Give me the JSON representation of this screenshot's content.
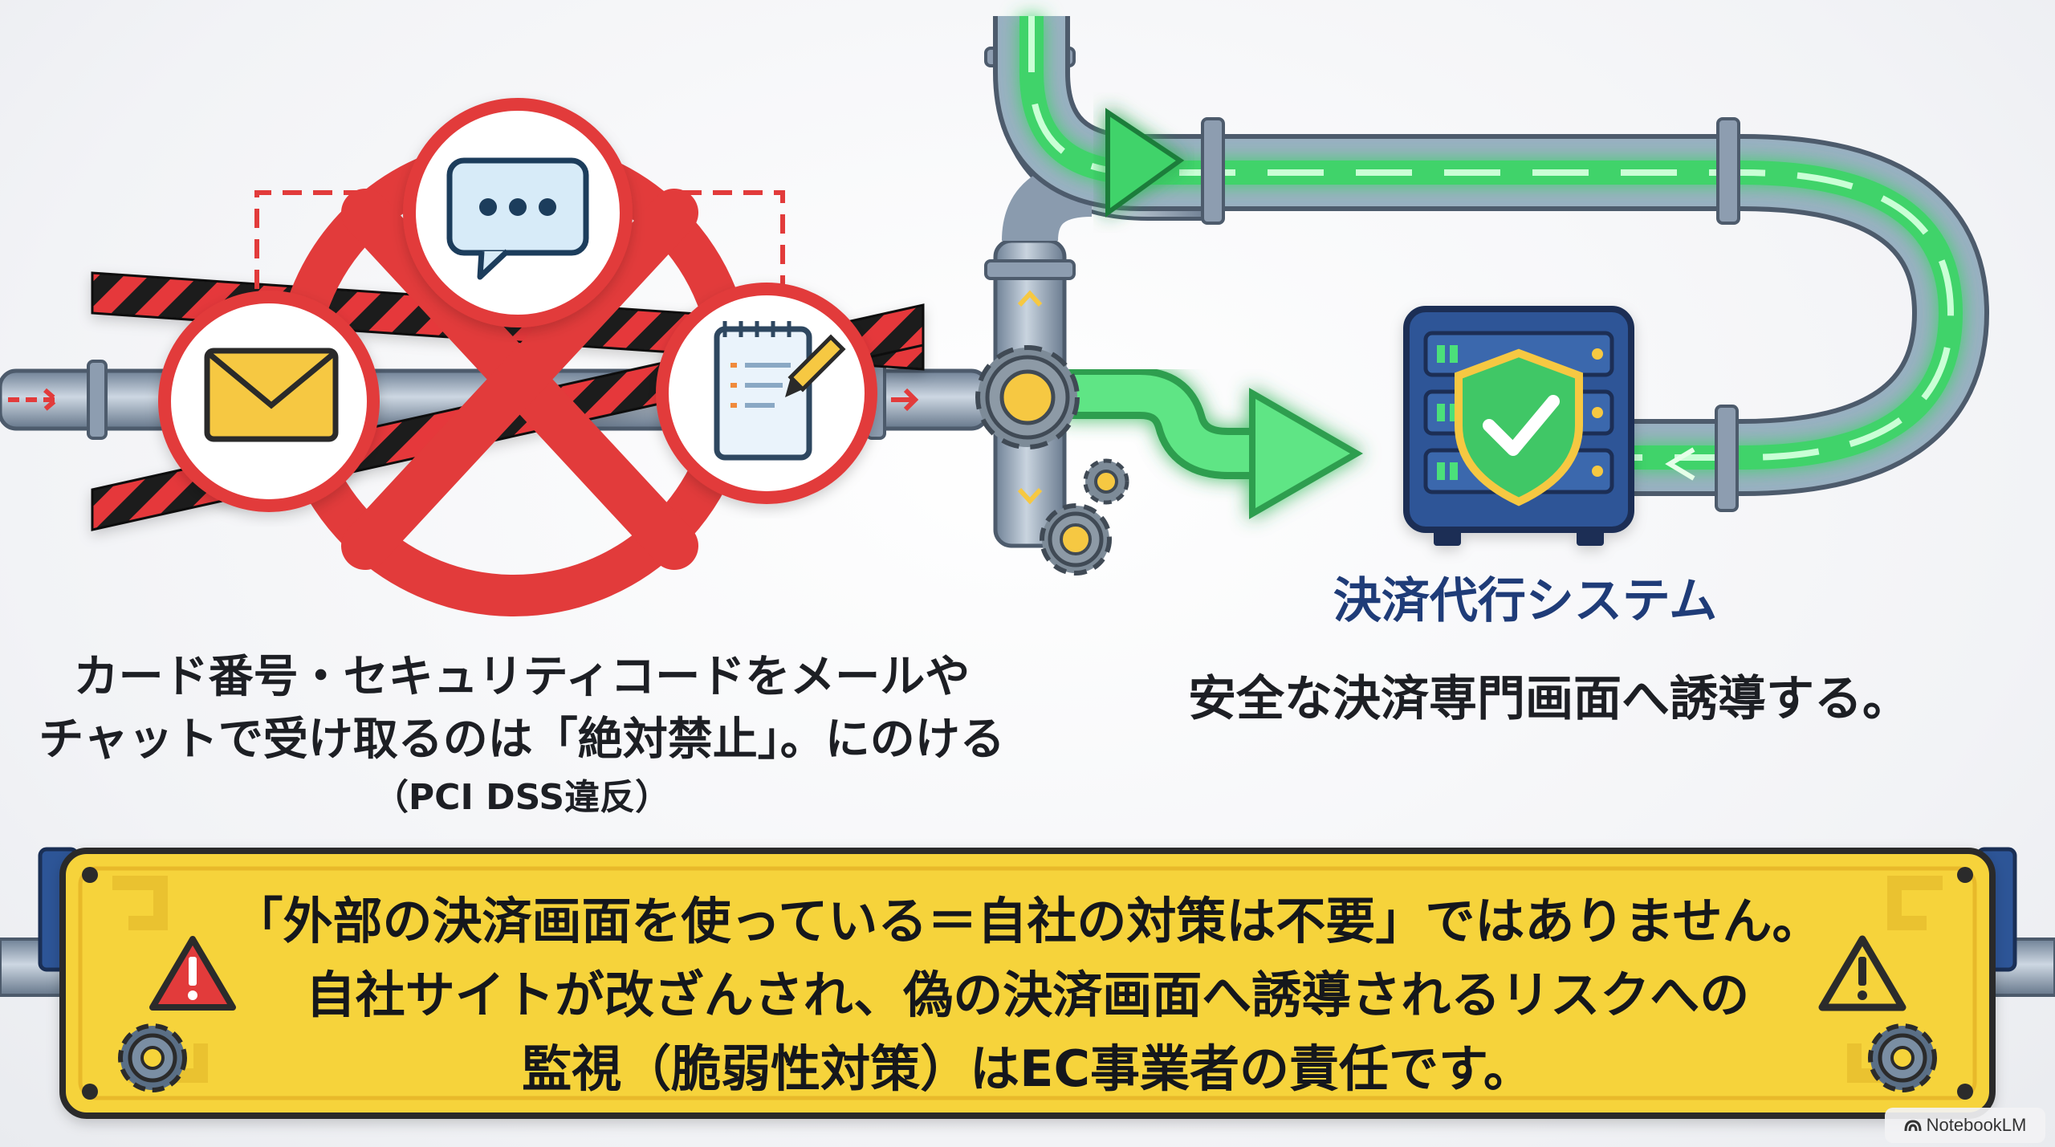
{
  "left_caption": {
    "line1": "カード番号・セキュリティコードをメールや",
    "line2": "チャットで受け取るのは「絶対禁止」。にのける",
    "line3": "（PCI DSS違反）"
  },
  "system_label": "決済代行システム",
  "right_caption": "安全な決済専門画面へ誘導する。",
  "warning_banner": {
    "line1": "「外部の決済画面を使っている＝自社の対策は不要」ではありません。",
    "line2": "自社サイトが改ざんされ、偽の決済画面へ誘導されるリスクへの",
    "line3": "監視（脆弱性対策）はEC事業者の責任です。"
  },
  "watermark": "NotebookLM",
  "icons": {
    "prohibited": "prohibition-icon",
    "email": "envelope-icon",
    "chat": "chat-bubble-icon",
    "memo": "notepad-pencil-icon",
    "server": "server-shield-icon",
    "alert": "warning-triangle-icon",
    "gear": "gear-icon"
  },
  "colors": {
    "prohibit_red": "#e23b3b",
    "secure_green": "#3fd36a",
    "pipe_gray": "#8fa2b6",
    "banner_yellow": "#f6d33a",
    "server_blue": "#2d5597"
  }
}
